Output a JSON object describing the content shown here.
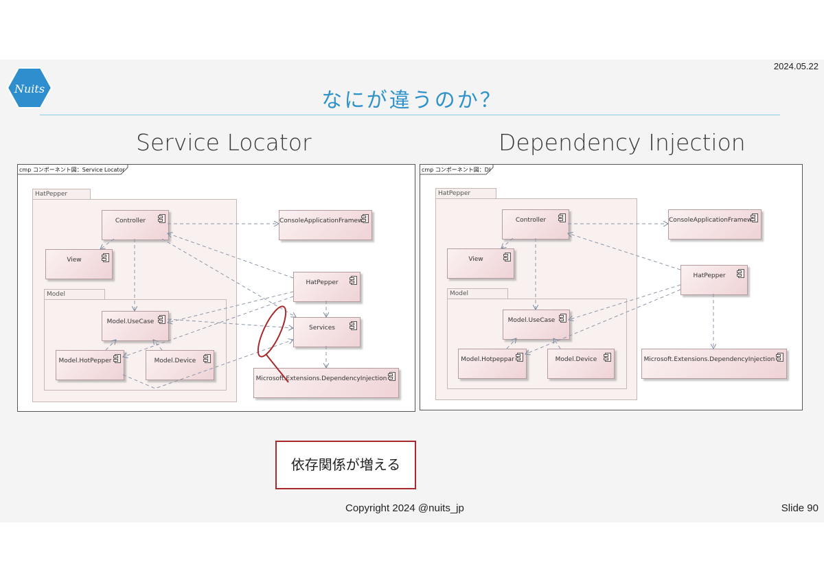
{
  "date": "2024.05.22",
  "logo_text": "Nuits",
  "title": "なにが違うのか？",
  "left": {
    "heading": "Service Locator",
    "frame_label": "cmp コンポーネント図：Service Locator",
    "packages": {
      "hatpepper": "HatPepper",
      "model": "Model"
    },
    "components": {
      "controller": "Controller",
      "view": "View",
      "console": "ConsoleApplicationFramew",
      "hatpepper": "HatPepper",
      "usecase": "Model.UseCase",
      "services": "Services",
      "hotpepper": "Model.HotPepper",
      "device": "Model.Device",
      "ms_di": "Microsoft.Extensions.DependencyInjection"
    }
  },
  "right": {
    "heading": "Dependency Injection",
    "frame_label": "cmp コンポーネント図：DI",
    "packages": {
      "hatpepper": "HatPepper",
      "model": "Model"
    },
    "components": {
      "controller": "Controller",
      "view": "View",
      "console": "ConsoleApplicationFramew",
      "hatpepper": "HatPepper",
      "usecase": "Model.UseCase",
      "hotpepper": "Model.Hotpeppar",
      "device": "Model.Device",
      "ms_di": "Microsoft.Extensions.DependencyInjection"
    }
  },
  "callout": "依存関係が増える",
  "footer": {
    "copyright": "Copyright 2024 @nuits_jp",
    "slide": "Slide 90"
  },
  "colors": {
    "title": "#2f93c9",
    "callout_border": "#a8282b",
    "component_fill": "#efd3d6"
  }
}
